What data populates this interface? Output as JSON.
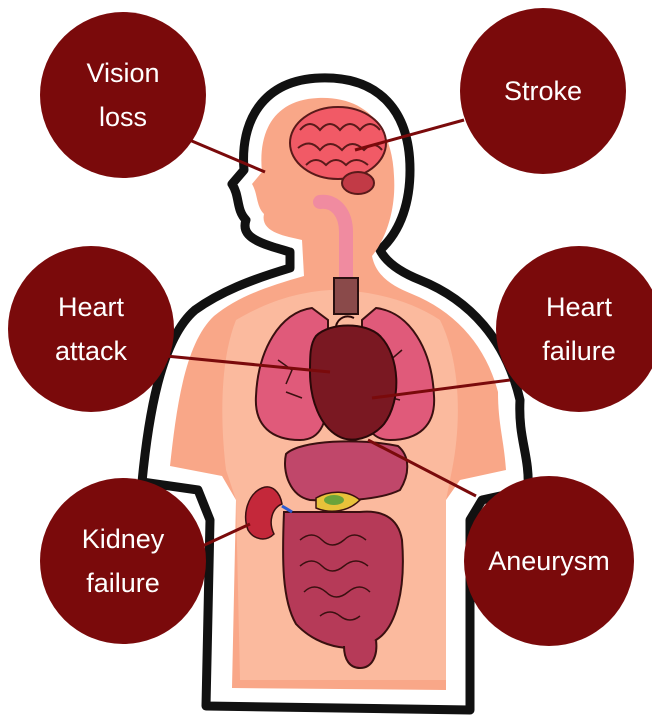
{
  "colors": {
    "bubble": "#7a0a0b",
    "bubble_text": "#ffffff",
    "skin": "#f9a788",
    "skin_light": "#fcc6ad",
    "outline": "#111111",
    "connector": "#7a0a0b"
  },
  "labels": {
    "vision_loss": "Vision\nloss",
    "stroke": "Stroke",
    "heart_attack": "Heart\nattack",
    "heart_failure": "Heart\nfailure",
    "kidney_failure": "Kidney\nfailure",
    "aneurysm": "Aneurysm"
  },
  "icons": [
    "human-body-icon",
    "brain-icon",
    "lungs-icon",
    "heart-icon",
    "stomach-icon",
    "intestines-icon",
    "kidney-icon",
    "liver-icon"
  ]
}
